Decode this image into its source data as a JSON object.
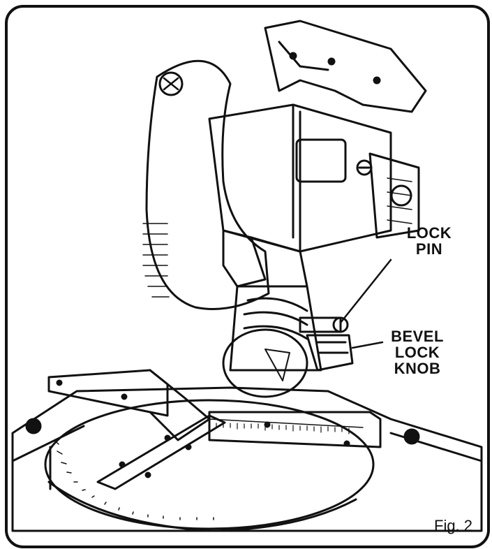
{
  "callouts": {
    "lock_pin": [
      "LOCK",
      "PIN"
    ],
    "bevel_lock_knob": [
      "BEVEL",
      "LOCK",
      "KNOB"
    ]
  },
  "figure": {
    "label": "Fig. 2"
  },
  "colors": {
    "line": "#111111",
    "paper": "#ffffff"
  }
}
